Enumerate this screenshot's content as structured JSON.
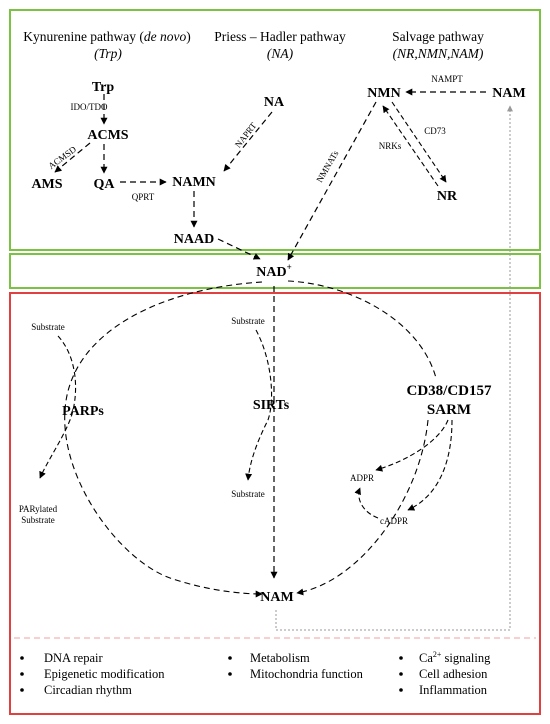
{
  "colors": {
    "green_box": "#7cc242",
    "red_box": "#e04040",
    "divider": "#f0a0a0",
    "return_line": "#999999"
  },
  "headers": {
    "kynurenine": {
      "title_pre": "Kynurenine pathway (",
      "title_it": "de novo",
      "title_post": ")",
      "sub": "(Trp)"
    },
    "priess": {
      "title": "Priess – Hadler pathway",
      "sub": "(NA)"
    },
    "salvage": {
      "title": "Salvage pathway",
      "sub": "(NR,NMN,NAM)"
    }
  },
  "nodes": {
    "trp": "Trp",
    "acms": "ACMS",
    "ams": "AMS",
    "qa": "QA",
    "na": "NA",
    "namn": "NAMN",
    "naad": "NAAD",
    "nmn": "NMN",
    "nam_top": "NAM",
    "nr": "NR",
    "nad": "NAD",
    "nad_sup": "+",
    "parps": "PARPs",
    "sirts": "SIRTs",
    "cd38": "CD38/CD157",
    "sarm": "SARM",
    "nam_bottom": "NAM"
  },
  "enzymes": {
    "ido_tdo": "IDO/TDO",
    "acmsd": "ACMSD",
    "qprt": "QPRT",
    "naprt": "NAPRT",
    "nmnats": "NMNATs",
    "nampt": "NAMPT",
    "cd73": "CD73",
    "nrks": "NRKs"
  },
  "labels": {
    "substrate_parp": "Substrate",
    "substrate_sirt_in": "Substrate",
    "substrate_sirt_out": "Substrate",
    "parylated_1": "PARylated",
    "parylated_2": "Substrate",
    "adpr": "ADPR",
    "cadpr": "cADPR",
    "ca_sup": "2+"
  },
  "functions": {
    "col1": [
      "DNA repair",
      "Epigenetic modification",
      "Circadian rhythm"
    ],
    "col2": [
      "Metabolism",
      "Mitochondria function"
    ],
    "col3_first_pre": "Ca",
    "col3_first_post": " signaling",
    "col3_rest": [
      "Cell adhesion",
      "Inflammation"
    ]
  }
}
